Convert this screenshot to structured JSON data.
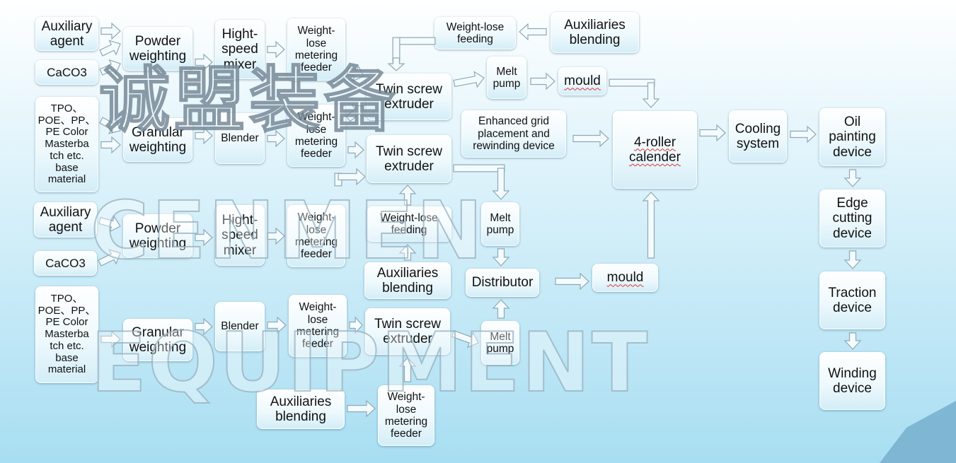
{
  "nodes": {
    "aux1": "Auxiliary agent",
    "caco1": "CaCO3",
    "base1": "TPO、 POE、PP、 PE Color Masterba tch etc. base material",
    "powder1": "Powder weighting",
    "granular1": "Granular weighting",
    "mixer1": "Hight- speed mixer",
    "blender1": "Blender",
    "wlm1": "Weight- lose metering feeder",
    "wlm2": "Weight- lose metering feeder",
    "wlfeed_top": "Weight-lose feeding",
    "auxblend_top": "Auxiliaries blending",
    "twin1": "Twin screw extruder",
    "twin2": "Twin screw extruder",
    "melt1": "Melt pump",
    "mould1": "mould",
    "grid": "Enhanced grid placement and rewinding device",
    "calender": "4-roller calender",
    "cooling": "Cooling system",
    "oil": "Oil painting device",
    "edge": "Edge cutting device",
    "traction": "Traction device",
    "winding": "Winding device",
    "aux2": "Auxiliary agent",
    "caco2": "CaCO3",
    "powder2": "Powder weighting",
    "mixer2": "Hight- speed mixer",
    "wlm3": "Weight- lose metering feeder",
    "wlfeed_mid": "Weight-lose feeding",
    "auxblend_mid": "Auxiliaries blending",
    "melt2": "Melt pump",
    "distributor": "Distributor",
    "mould2": "mould",
    "base2": "TPO、 POE、PP、 PE Color Masterba tch etc. base material",
    "granular2": "Granular weighting",
    "blender2": "Blender",
    "wlm4": "Weight- lose metering feeder",
    "twin3": "Twin screw extruder",
    "melt3": "Melt pump",
    "auxblend_bot": "Auxiliaries blending",
    "wlm5": "Weight- lose metering feeder"
  },
  "watermarks": {
    "cn": "诚盟装备",
    "en1": "CENMEN",
    "en2": "EQUIPMENT"
  },
  "colors": {
    "arrow_fill": "#f4fbfe",
    "arrow_stroke": "#8fa9b6",
    "background_bottom": "#a8def2"
  }
}
